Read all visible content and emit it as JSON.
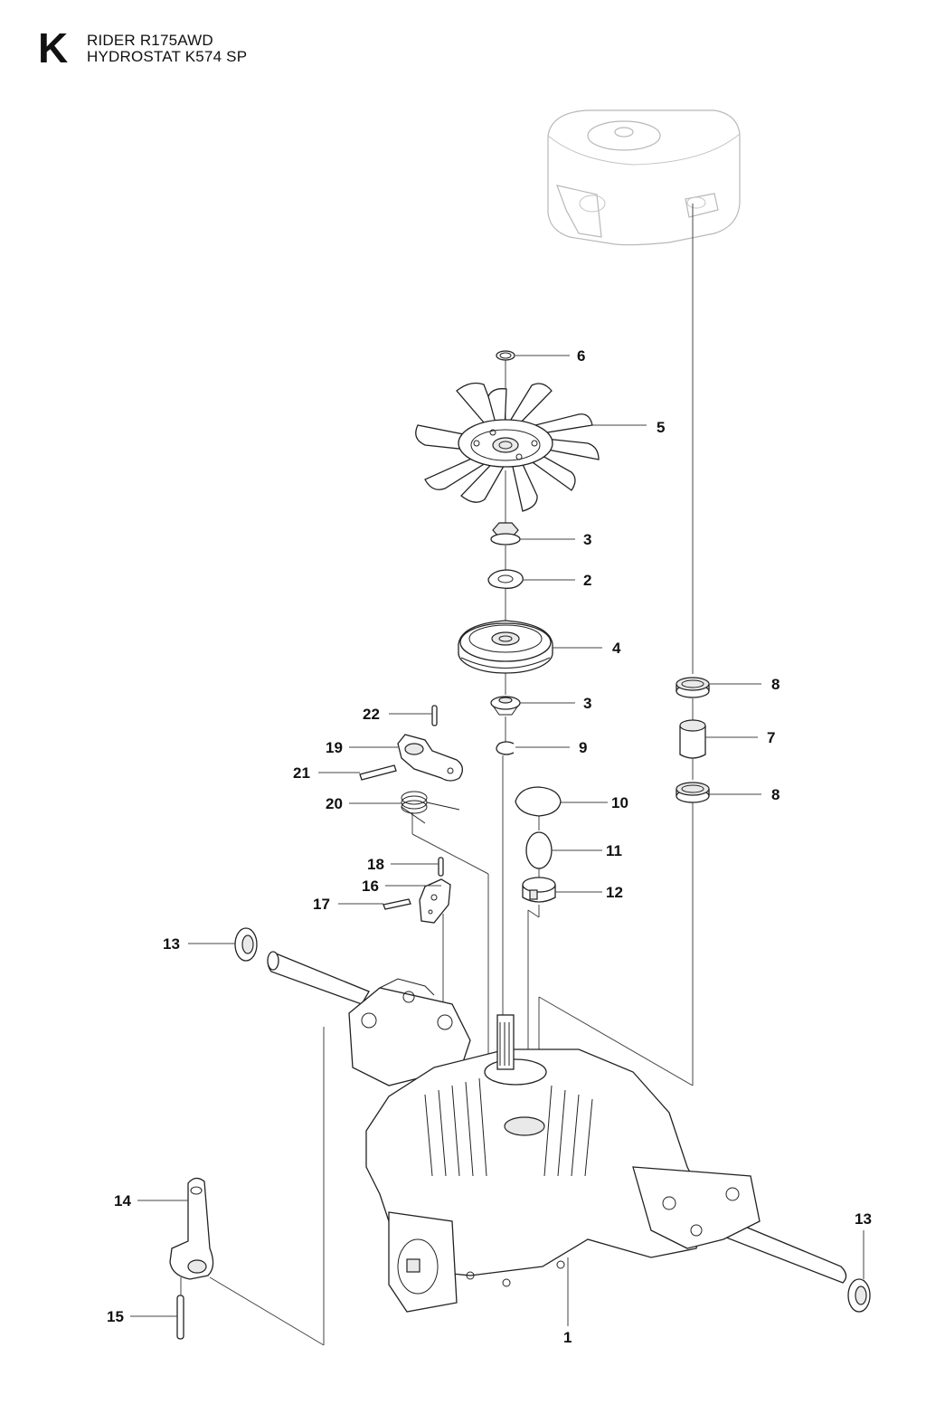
{
  "header": {
    "section_letter": "K",
    "model_line": "RIDER R175AWD",
    "assembly_line": "HYDROSTAT K574 SP"
  },
  "callouts": [
    {
      "key": "c6",
      "label": "6"
    },
    {
      "key": "c5",
      "label": "5"
    },
    {
      "key": "c3a",
      "label": "3"
    },
    {
      "key": "c2",
      "label": "2"
    },
    {
      "key": "c4",
      "label": "4"
    },
    {
      "key": "c3b",
      "label": "3"
    },
    {
      "key": "c9",
      "label": "9"
    },
    {
      "key": "c8a",
      "label": "8"
    },
    {
      "key": "c7",
      "label": "7"
    },
    {
      "key": "c8b",
      "label": "8"
    },
    {
      "key": "c10",
      "label": "10"
    },
    {
      "key": "c11",
      "label": "11"
    },
    {
      "key": "c12",
      "label": "12"
    },
    {
      "key": "c22",
      "label": "22"
    },
    {
      "key": "c19",
      "label": "19"
    },
    {
      "key": "c21",
      "label": "21"
    },
    {
      "key": "c20",
      "label": "20"
    },
    {
      "key": "c18",
      "label": "18"
    },
    {
      "key": "c16",
      "label": "16"
    },
    {
      "key": "c17",
      "label": "17"
    },
    {
      "key": "c13a",
      "label": "13"
    },
    {
      "key": "c13b",
      "label": "13"
    },
    {
      "key": "c14",
      "label": "14"
    },
    {
      "key": "c15",
      "label": "15"
    },
    {
      "key": "c1",
      "label": "1"
    }
  ]
}
